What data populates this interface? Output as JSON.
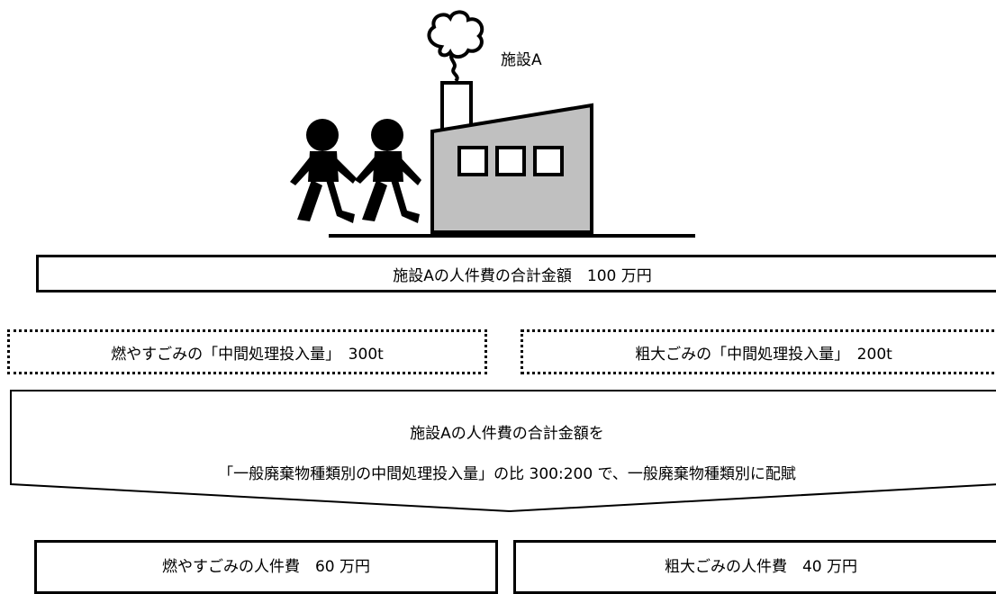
{
  "facility_label": "施設A",
  "total_box": {
    "text": "施設Aの人件費の合計金額　100 万円"
  },
  "inputs": {
    "burnable": "燃やすごみの「中間処理投入量」　300t",
    "bulky": "粗大ごみの「中間処理投入量」　200t"
  },
  "allocation": {
    "line1": "施設Aの人件費の合計金額を",
    "line2": "「一般廃棄物種類別の中間処理投入量」の比 300:200 で、一般廃棄物種類別に配賦"
  },
  "results": {
    "burnable": "燃やすごみの人件費　60 万円",
    "bulky": "粗大ごみの人件費　40 万円"
  },
  "colors": {
    "factory_fill": "#c0c0c0",
    "stroke": "#000000"
  }
}
